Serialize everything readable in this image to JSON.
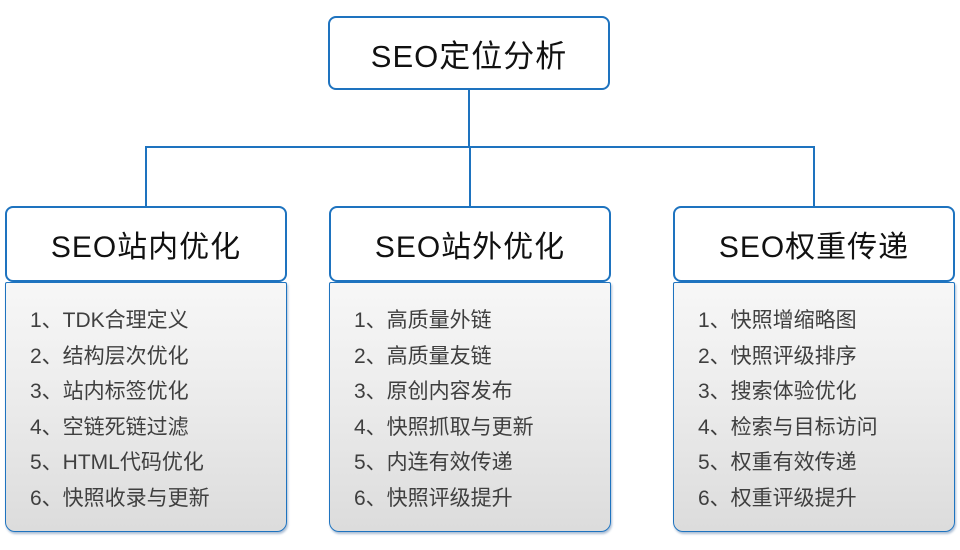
{
  "diagram": {
    "root_title": "SEO定位分析",
    "branches": [
      {
        "title": "SEO站内优化",
        "items": [
          "1、TDK合理定义",
          "2、结构层次优化",
          "3、站内标签优化",
          "4、空链死链过滤",
          "5、HTML代码优化",
          "6、快照收录与更新"
        ]
      },
      {
        "title": "SEO站外优化",
        "items": [
          "1、高质量外链",
          "2、高质量友链",
          "3、原创内容发布",
          "4、快照抓取与更新",
          "5、内连有效传递",
          "6、快照评级提升"
        ]
      },
      {
        "title": "SEO权重传递",
        "items": [
          "1、快照增缩略图",
          "2、快照评级排序",
          "3、搜索体验优化",
          "4、检索与目标访问",
          "5、权重有效传递",
          "6、权重评级提升"
        ]
      }
    ],
    "colors": {
      "line": "#1e73bf",
      "header_text": "#111111",
      "item_text": "#3f3f3f",
      "body_gradient_top": "#f7f7f7",
      "body_gradient_bottom": "#dcdcdc"
    }
  }
}
